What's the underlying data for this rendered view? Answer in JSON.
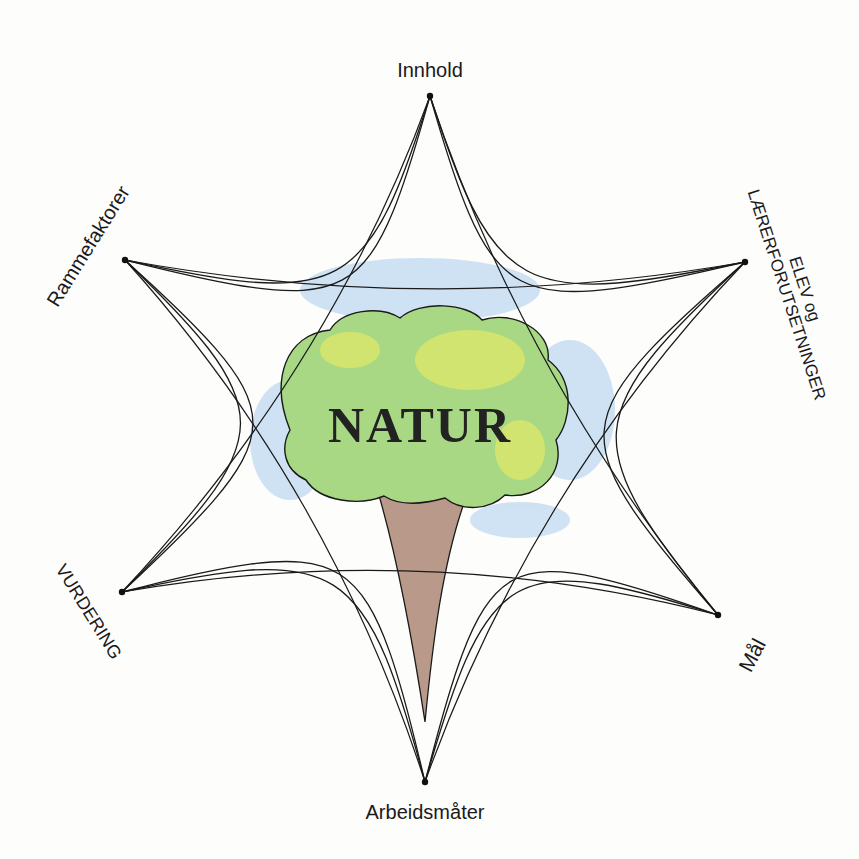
{
  "diagram": {
    "labels": [
      "Innhold",
      "ELEV og LÆRERFORUTSETNINGER",
      "Mål",
      "Arbeidsmåter",
      "VURDERING",
      "Rammefaktorer",
      "NATUR"
    ]
  }
}
